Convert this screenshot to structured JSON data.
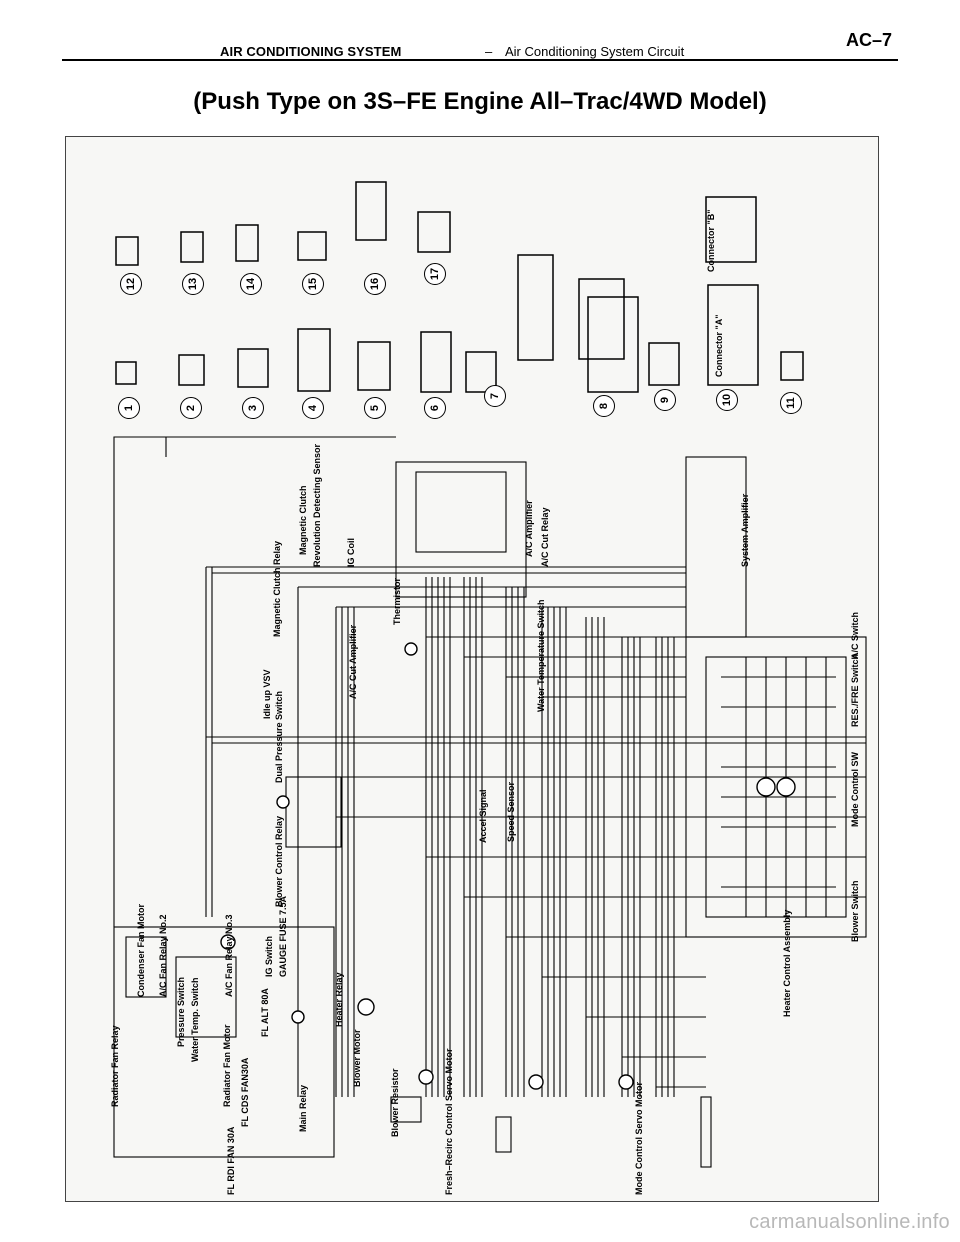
{
  "header": {
    "section": "AIR CONDITIONING SYSTEM",
    "separator": "–",
    "subsection": "Air Conditioning System Circuit",
    "page": "AC–7"
  },
  "title": "(Push Type on 3S–FE Engine All–Trac/4WD Model)",
  "diagram": {
    "connector_numbers": [
      "1",
      "2",
      "3",
      "4",
      "5",
      "6",
      "7",
      "8",
      "9",
      "10",
      "11",
      "12",
      "13",
      "14",
      "15",
      "16",
      "17"
    ],
    "connector_a_label": "Connector \"A\"",
    "connector_b_label": "Connector \"B\"",
    "labels": {
      "magnetic_clutch": "Magnetic Clutch",
      "revolution_sensor": "Revolution Detecting Sensor",
      "magnetic_clutch_relay": "Magnetic Clutch Relay",
      "ig_coil": "IG Coil",
      "thermistor": "Thermistor",
      "ac_amplifier": "A/C Amplifier",
      "ac_cut_relay": "A/C Cut Relay",
      "system_amplifier": "System Amplifier",
      "idle_up_vsv": "Idle up VSV",
      "dual_pressure_switch": "Dual Pressure Switch",
      "ac_cut_amplifier": "A/C Cut Amplifier",
      "water_temp_switch": "Water Temperature Switch",
      "blower_control_relay": "Blower Control Relay",
      "accel_signal": "Accel Signal",
      "speed_sensor": "Speed Sensor",
      "condenser_fan_motor": "Condenser Fan Motor",
      "ac_fan_relay_2": "A/C Fan Relay No.2",
      "ac_fan_relay_3": "A/C Fan Relay No.3",
      "pressure_switch": "Pressure Switch",
      "water_temp_sw": "Water Temp. Switch",
      "radiator_fan_relay": "Radiator Fan Relay",
      "radiator_fan_motor": "Radiator Fan Motor",
      "fl_cds": "FL CDS FAN30A",
      "fl_rdi": "FL RDI FAN 30A",
      "fl_alt": "FL ALT 80A",
      "main_relay": "Main Relay",
      "blower_motor": "Blower Motor",
      "blower_resistor": "Blower Resistor",
      "heater_relay": "Heater Relay",
      "gauge_fuse": "GAUGE FUSE 7.5A",
      "ig_switch": "IG Switch",
      "fresh_recirc_servo": "Fresh–Recirc Control Servo Motor",
      "mode_control_servo": "Mode Control Servo Motor",
      "heater_control_assembly": "Heater Control Assembly",
      "blower_switch": "Blower Switch",
      "mode_control_sw": "Mode Control SW",
      "res_fre_switch": "RES./FRE Switch",
      "ac_switch": "A/C Switch"
    }
  },
  "watermark": "carmanualsonline.info"
}
